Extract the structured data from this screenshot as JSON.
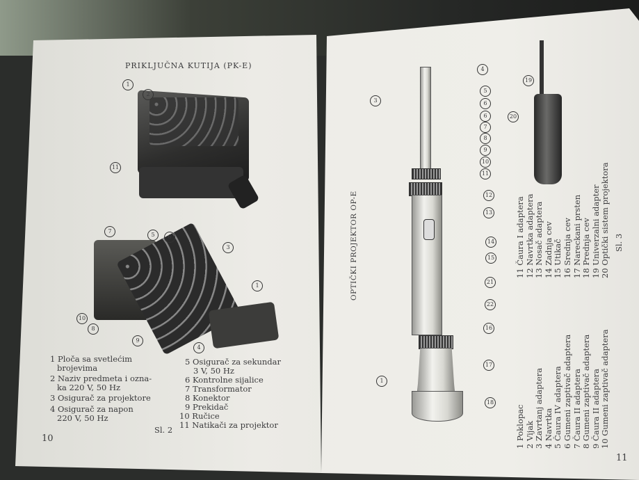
{
  "left_page": {
    "title": "PRIKLJUČNA KUTIJA (PK-E)",
    "figure_top_callouts": [
      "1",
      "2",
      "11"
    ],
    "figure_bottom_callouts": [
      "7",
      "5",
      "6",
      "3",
      "1",
      "10",
      "8",
      "9",
      "4"
    ],
    "legend_col1": [
      {
        "num": "1",
        "text": "Ploča sa svetlećim",
        "cont": "brojevima"
      },
      {
        "num": "2",
        "text": "Naziv predmeta i ozna-",
        "cont": "ka 220 V, 50 Hz"
      },
      {
        "num": "3",
        "text": "Osigurač za projektore",
        "cont": ""
      },
      {
        "num": "4",
        "text": "Osigurač za napon",
        "cont": "220 V, 50 Hz"
      }
    ],
    "legend_col2": [
      {
        "num": "5",
        "text": "Osigurač za sekundar",
        "cont": "3 V, 50 Hz"
      },
      {
        "num": "6",
        "text": "Kontrolne sijalice",
        "cont": ""
      },
      {
        "num": "7",
        "text": "Transformator",
        "cont": ""
      },
      {
        "num": "8",
        "text": "Konektor",
        "cont": ""
      },
      {
        "num": "9",
        "text": "Prekidač",
        "cont": ""
      },
      {
        "num": "10",
        "text": "Ručice",
        "cont": ""
      },
      {
        "num": "11",
        "text": "Natikači za projektor",
        "cont": ""
      }
    ],
    "caption": "Sl. 2",
    "page_number": "10"
  },
  "right_page": {
    "title": "OPTIČKI PROJEKTOR OP-E",
    "callouts_right": [
      "4",
      "5",
      "6",
      "6",
      "7",
      "8",
      "9",
      "10",
      "11",
      "12",
      "13",
      "14",
      "15",
      "21",
      "22",
      "16",
      "17",
      "18"
    ],
    "callouts_left": [
      "3",
      "1"
    ],
    "device_callouts": [
      "19",
      "20"
    ],
    "legend_col1": [
      "1 Poklopac",
      "2 Vijak",
      "3 Zavrtanj adaptera",
      "4 Navrtka",
      "5 Čaura IV adaptera",
      "6 Gumeni zaptivač adaptera",
      "7 Čaura II adaptera",
      "8 Gumeni zaptivač adaptera",
      "9 Čaura II adaptera",
      "10 Gumeni zaptivač adaptera"
    ],
    "legend_col2": [
      "11 Čaura I adaptera",
      "12 Navrtka adaptera",
      "13 Nosač adaptera",
      "14 Zadnja cev",
      "15 Utikač",
      "16 Srednja cev",
      "17 Nareckani prsten",
      "18 Prednja cev",
      "19 Univerzalni adapter",
      "20 Optički sistem projektora"
    ],
    "caption": "Sl. 3",
    "page_number": "11"
  }
}
